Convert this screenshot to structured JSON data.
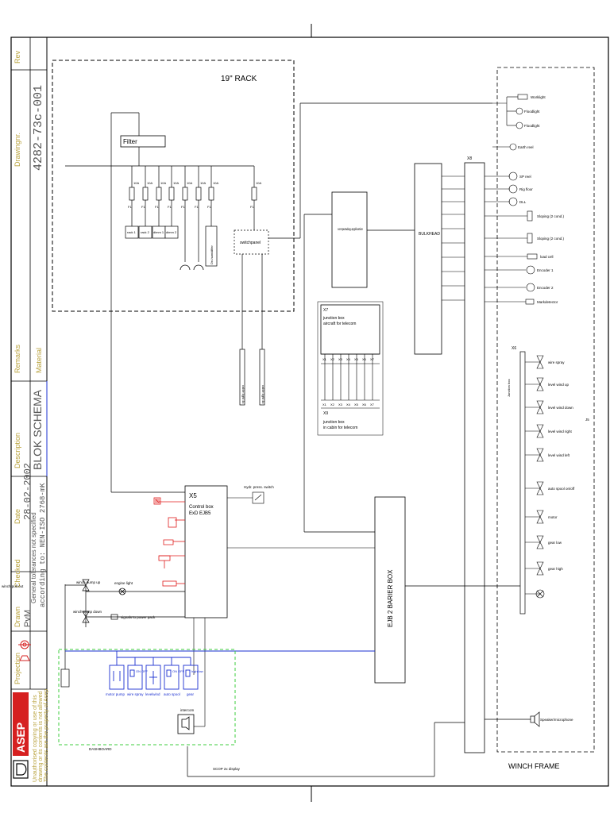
{
  "title_block": {
    "rev_label": "Rev",
    "drawing_no_label": "Drawingnr.",
    "drawing_no": "4282-73c-001",
    "description_label": "Description",
    "description": "BLOK SCHEMA",
    "remarks_label": "Remarks",
    "material_label": "Material",
    "date_label": "Date",
    "date": "28-02-2002",
    "tolerance_line": "General tolerances not specified",
    "according_to": "according to: NEN-ISO 2768-mK",
    "checked_label": "Checked",
    "drawn_label": "Drawn",
    "drawn_by": "PvM",
    "projection_label": "Projection",
    "copyright_lines": [
      "Unauthorised copying or use of this",
      "drawing or its contents is not allowed",
      "The contents are the property of Asep"
    ],
    "logo_text": "ASEP"
  },
  "rack": {
    "title": "19\" RACK",
    "filter_label": "Filter",
    "fuse_label": "F1",
    "fuse_ratings": [
      "10A",
      "10A",
      "10A",
      "10A",
      "10A",
      "10A",
      "10A",
      "10A"
    ],
    "loads": [
      "rack 1",
      "rack 2",
      "dimm 1",
      "dimm 2"
    ],
    "dehumidifier": "De-humidifier",
    "switchpanel": "switchpanel",
    "cables": [
      "cable light 4x",
      "cable light 4x"
    ]
  },
  "computer": {
    "label": "computadag application"
  },
  "bulkhead": {
    "label": "BULKHEAD",
    "connector": "X8"
  },
  "junction_x7": {
    "id": "X7",
    "line1": "junction box",
    "line2": "aircraft for telecom",
    "terminals": [
      "X1",
      "X2",
      "X3",
      "X4",
      "X5",
      "X6",
      "X7"
    ]
  },
  "junction_x9": {
    "id": "X9",
    "line1": "junction box",
    "line2": "in cabin for telecom",
    "terminals": [
      "X1",
      "X2",
      "X3",
      "X4",
      "X5",
      "X6",
      "X7"
    ]
  },
  "devices_right": [
    "Worklight",
    "Floodlight",
    "Floodlight",
    "Earth reel",
    "SP reel",
    "Rig floor",
    "DLL",
    "Sloping (2 cond.)",
    "Sloping (2 cond.)",
    "load cell",
    "Encoder 1",
    "Encoder 2",
    "Markdetector"
  ],
  "valve_block": {
    "connector": "X6",
    "side_label": "Junction box",
    "side_id": "J5",
    "items": [
      "wire spray",
      "level wind up",
      "level wind down",
      "level wind right",
      "level wind left",
      "auto spool on/off",
      "motor",
      "gear low",
      "gear high"
    ]
  },
  "control_box": {
    "id": "X5",
    "line1": "Control box",
    "line2": "ExD EJB5"
  },
  "hydr_switch": "Hydr. press. switch",
  "barrier_box": "EJB 2 BARIER BOX",
  "winch_controls": {
    "pump_up": "winch pump up",
    "pump_down": "winch pump down",
    "engine_light": "engine light",
    "signals": "signals to power pack",
    "pull_out": "winch pull out"
  },
  "dashboard": {
    "label": "DASHBOARD",
    "switches": [
      "motor pump",
      "wire spray",
      "levelwind",
      "auto spool",
      "gear"
    ],
    "on_off": "ON OFF",
    "high_low": "high low",
    "intercom": "intercom",
    "display": "SCOP 2x display"
  },
  "speaker": "Speaker/microphone",
  "winch_frame": "WINCH FRAME",
  "colors": {
    "line": "#000000",
    "blue": "#1a2fd0",
    "red": "#e01b1b",
    "green": "#3ccc3c",
    "logo": "#d62020",
    "title": "#b8a23c"
  }
}
